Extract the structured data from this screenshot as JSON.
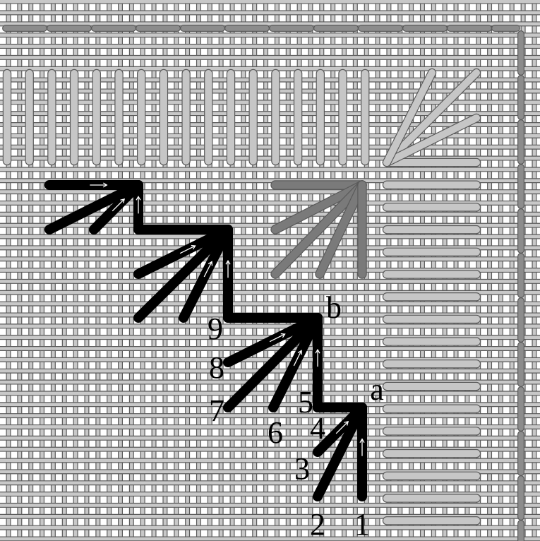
{
  "labels": {
    "red": [
      "1",
      "2",
      "3",
      "4",
      "a"
    ],
    "blue": [
      "5",
      "6",
      "7",
      "8",
      "9",
      "b"
    ]
  },
  "colors": {
    "canvas_thread": "#c8c8c8",
    "canvas_outline": "#5a5a5a",
    "stitch_black": "#000000",
    "stitch_dark_gray": "#7a7a7a",
    "stitch_light_gray": "#c6c6c6",
    "border_stitch": "#8c8c8c",
    "label_red": "#d42020",
    "label_blue": "#2f2fd8",
    "arrow_white": "#ffffff"
  }
}
